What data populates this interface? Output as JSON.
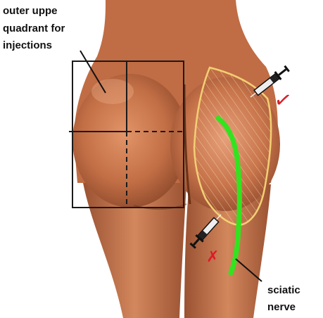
{
  "labels": {
    "quadrant_line1": "outer uppe",
    "quadrant_line2": "quadrant for",
    "quadrant_line3": "injections",
    "nerve_line1": "sciatic",
    "nerve_line2": "nerve"
  },
  "marks": {
    "correct": "✓",
    "incorrect": "✗"
  },
  "colors": {
    "background": "#ffffff",
    "skin": "#c9734a",
    "grid": "#1a1a1a",
    "muscle_outline": "#f2cf74",
    "nerve": "#33e31f",
    "check": "#d4232a",
    "cross": "#e0182a",
    "label_text": "#111111"
  },
  "icons": [
    "syringe-icon",
    "check-icon",
    "cross-icon"
  ]
}
